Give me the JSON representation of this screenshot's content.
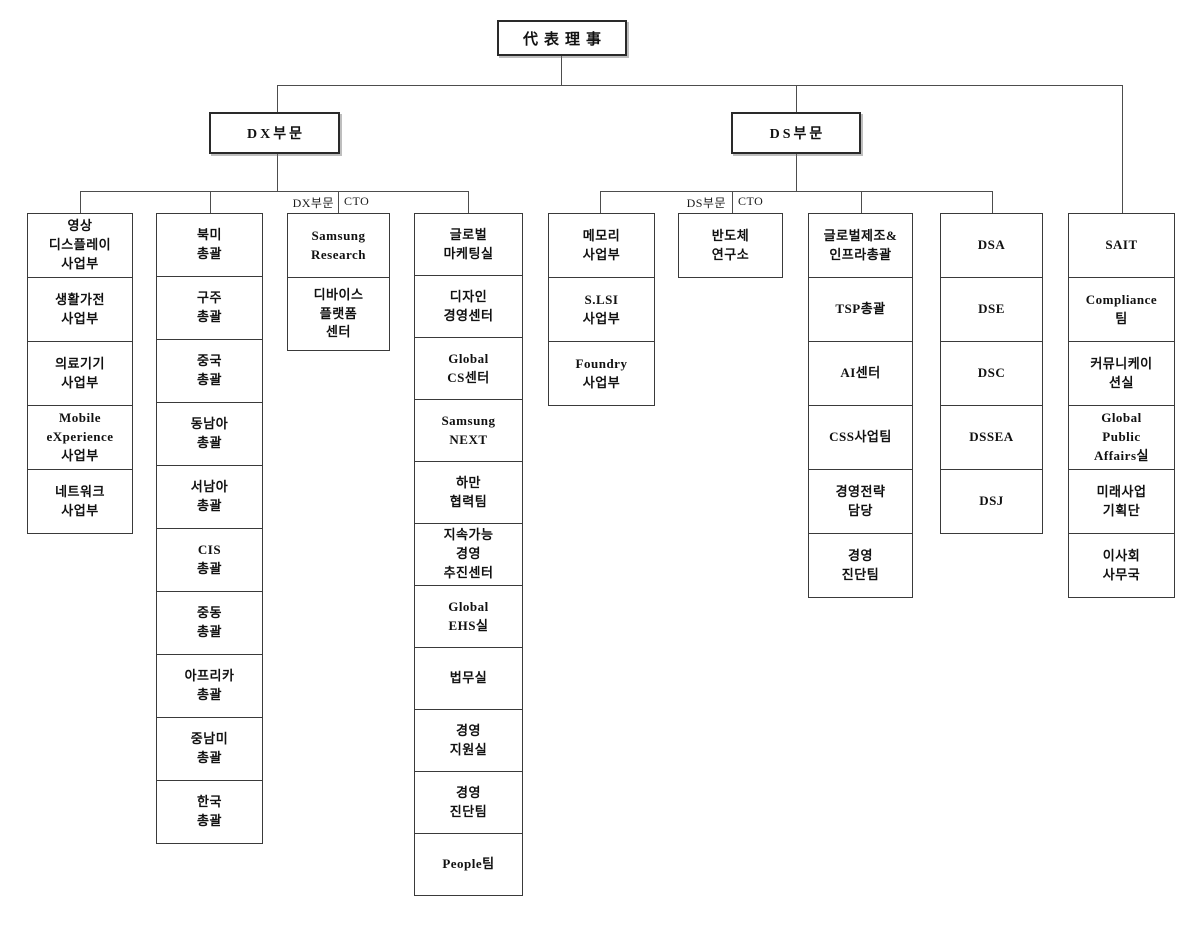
{
  "diagram": {
    "root_label": "代表理事",
    "dx_label": "DX부문",
    "ds_label": "DS부문",
    "dx_cto": {
      "division": "DX부문",
      "role": "CTO"
    },
    "ds_cto": {
      "division": "DS부문",
      "role": "CTO"
    }
  },
  "columns": {
    "dx_business": [
      "영상\n디스플레이\n사업부",
      "생활가전\n사업부",
      "의료기기\n사업부",
      "Mobile\neXperience\n사업부",
      "네트워크\n사업부"
    ],
    "dx_regions": [
      "북미\n총괄",
      "구주\n총괄",
      "중국\n총괄",
      "동남아\n총괄",
      "서남아\n총괄",
      "CIS\n총괄",
      "중동\n총괄",
      "아프리카\n총괄",
      "중남미\n총괄",
      "한국\n총괄"
    ],
    "dx_cto_orgs": [
      "Samsung\nResearch",
      "디바이스\n플랫폼\n센터"
    ],
    "dx_staff": [
      "글로벌\n마케팅실",
      "디자인\n경영센터",
      "Global\nCS센터",
      "Samsung\nNEXT",
      "하만\n협력팀",
      "지속가능\n경영\n추진센터",
      "Global\nEHS실",
      "법무실",
      "경영\n지원실",
      "경영\n진단팀",
      "People팀"
    ],
    "ds_business": [
      "메모리\n사업부",
      "S.LSI\n사업부",
      "Foundry\n사업부"
    ],
    "ds_cto_orgs": [
      "반도체\n연구소"
    ],
    "ds_staff": [
      "글로벌제조&\n인프라총괄",
      "TSP총괄",
      "AI센터",
      "CSS사업팀",
      "경영전략\n담당",
      "경영\n진단팀"
    ],
    "ds_subsidiaries": [
      "DSA",
      "DSE",
      "DSC",
      "DSSEA",
      "DSJ"
    ],
    "corporate": [
      "SAIT",
      "Compliance\n팀",
      "커뮤니케이\n션실",
      "Global\nPublic\nAffairs실",
      "미래사업\n기획단",
      "이사회\n사무국"
    ]
  },
  "colors": {
    "line": "#4d4d4d",
    "box_border": "#3a3a3a",
    "background": "#ffffff",
    "text": "#111111"
  }
}
